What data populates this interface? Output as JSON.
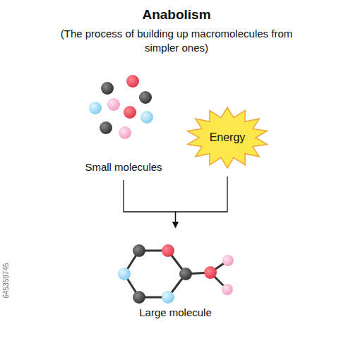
{
  "diagram": {
    "title": "Anabolism",
    "nodes": [
      {
        "text": [
          "Small molecules"
        ]
      },
      {
        "text": [
          "Energy"
        ]
      },
      {
        "text": [
          "Large molecule"
        ]
      }
    ],
    "edges": [
      {
        "from": 0,
        "to": 2,
        "arrow": "to"
      },
      {
        "from": 1,
        "to": 2,
        "arrow": "to"
      }
    ],
    "labels": [
      "(The process of building up macromolecules from simpler ones)",
      "645359745"
    ]
  }
}
